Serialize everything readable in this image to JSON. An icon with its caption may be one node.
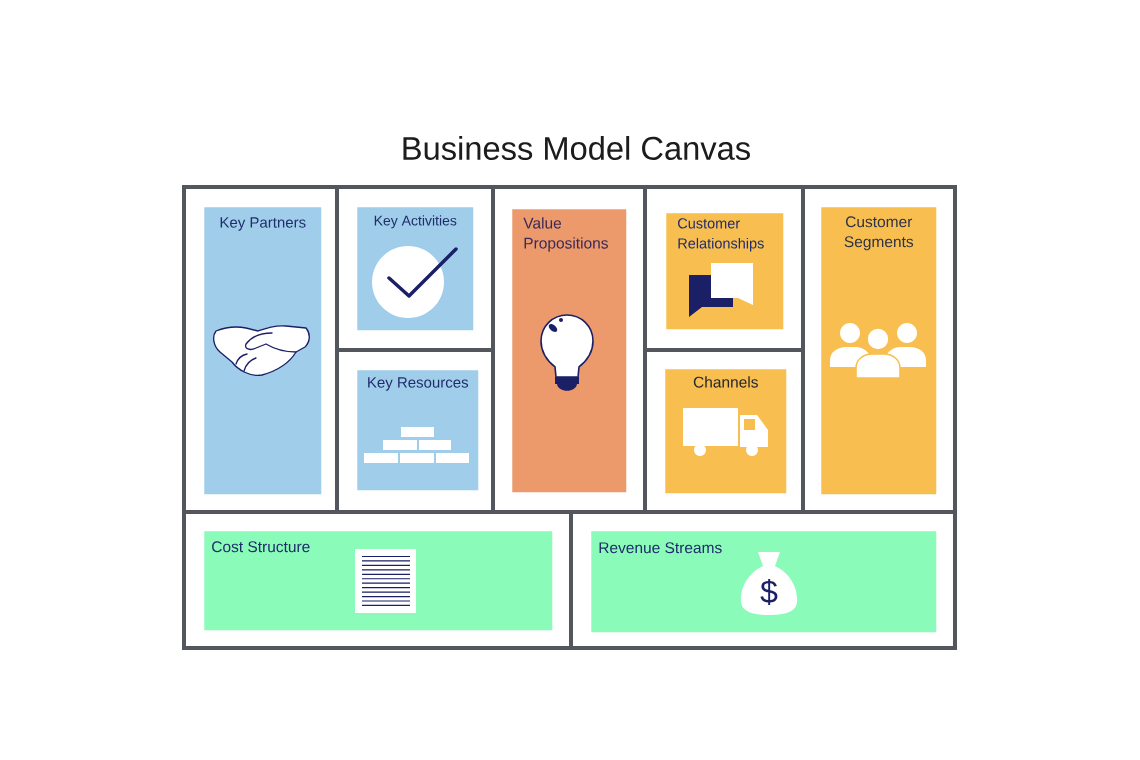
{
  "diagram": {
    "title": "Business Model Canvas",
    "nodes": [
      {
        "text": [
          "Key Partners"
        ]
      },
      {
        "text": [
          "Key Activities"
        ]
      },
      {
        "text": [
          "Key Resources"
        ]
      },
      {
        "text": [
          "Value Propositions"
        ]
      },
      {
        "text": [
          "Customer Relationships"
        ]
      },
      {
        "text": [
          "Channels"
        ]
      },
      {
        "text": [
          "Customer Segments"
        ]
      },
      {
        "text": [
          "Cost Structure"
        ]
      },
      {
        "text": [
          "Revenue Streams"
        ]
      }
    ],
    "labels": [
      "$"
    ]
  }
}
